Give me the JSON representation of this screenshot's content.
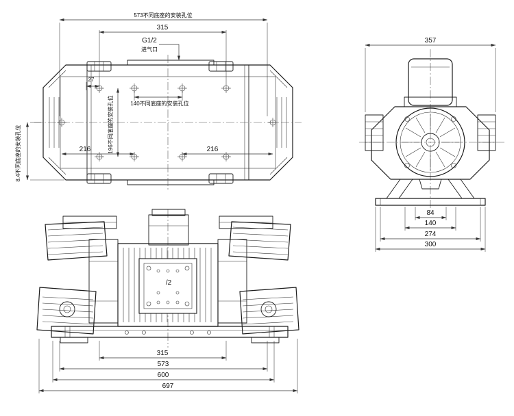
{
  "top": {
    "dim_573_note": "573不同底座的安装孔位",
    "dim_315": "315",
    "thread": "G1/2",
    "inlet": "进气口",
    "dim_27": "27",
    "dim_140_note": "140不同底座的安装孔位",
    "dim_196_note": "196不同底座的安装孔位",
    "dim_216_left": "216",
    "dim_216_right": "216",
    "dim_84_note": "8.4不同底座的安装孔位"
  },
  "front": {
    "center_label": "/2",
    "dim_315": "315",
    "dim_573": "573",
    "dim_600": "600",
    "dim_697": "697"
  },
  "side": {
    "dim_357": "357",
    "dim_84": "84",
    "dim_140": "140",
    "dim_274": "274",
    "dim_300": "300"
  }
}
